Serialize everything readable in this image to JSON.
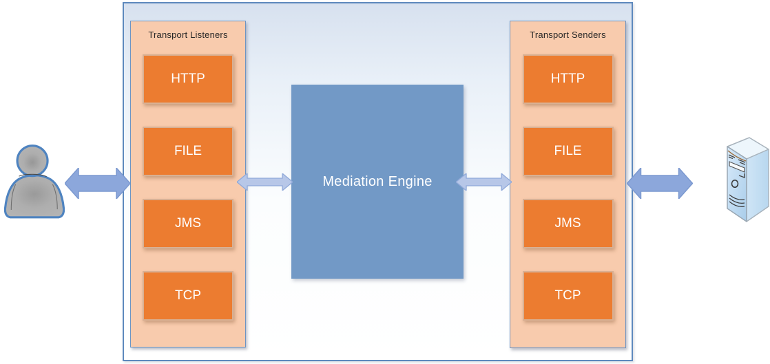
{
  "panels": {
    "listeners": {
      "title": "Transport Listeners",
      "items": [
        "HTTP",
        "FILE",
        "JMS",
        "TCP"
      ]
    },
    "senders": {
      "title": "Transport Senders",
      "items": [
        "HTTP",
        "FILE",
        "JMS",
        "TCP"
      ]
    }
  },
  "engine": {
    "label": "Mediation Engine"
  },
  "icons": {
    "left_endpoint": "user-icon",
    "right_endpoint": "server-icon",
    "connectors": "bidirectional-arrow-icon"
  },
  "colors": {
    "accent_orange": "#EC7C30",
    "panel_bg": "#F8CBAD",
    "engine_blue": "#7299C6",
    "border_blue": "#5D89BD",
    "panel_border": "#6B94C4",
    "arrow_outer": "#8CA7DB",
    "arrow_outer_stroke": "#7C99D0",
    "arrow_inner": "#B7C7E8",
    "arrow_inner_stroke": "#90A9D9"
  }
}
